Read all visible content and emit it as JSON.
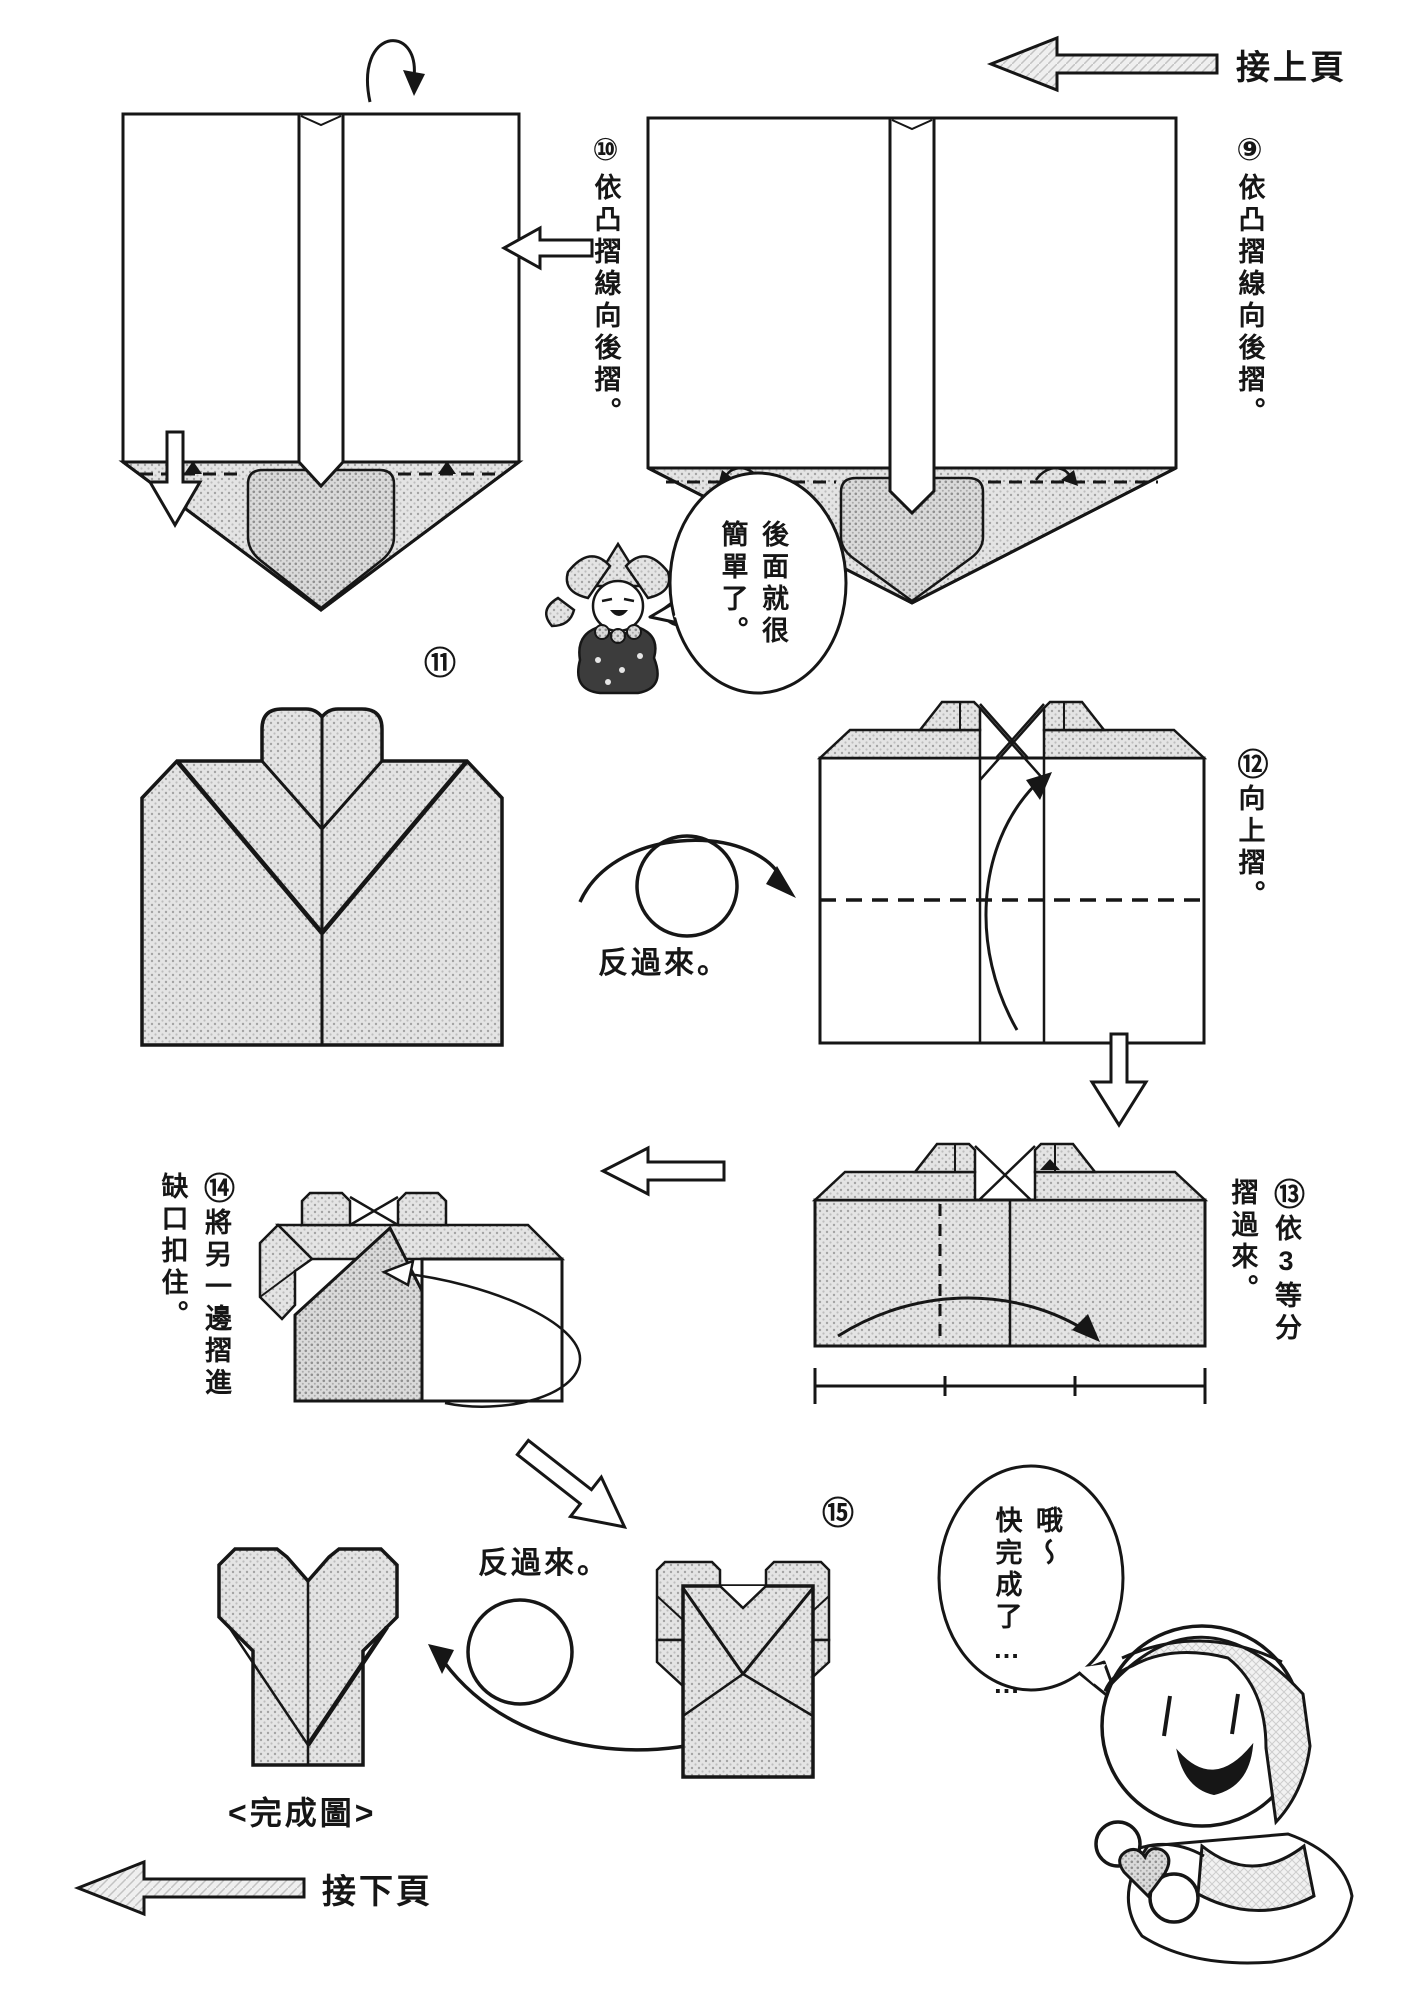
{
  "nav": {
    "prev_label": "接上頁",
    "next_label": "接下頁"
  },
  "steps": {
    "s9_num": "⑨",
    "s9_text": "依凸摺線向後摺。",
    "s10_num": "⑩",
    "s10_text": "依凸摺線向後摺。",
    "s11_num": "⑪",
    "s12_num": "⑫",
    "s12_text": "向上摺。",
    "s13_num": "⑬",
    "s13_text": "依3等分\n摺過來。",
    "s14_num": "⑭",
    "s14_text": "將另一邊摺進\n缺口扣住。",
    "s15_num": "⑮"
  },
  "flip": {
    "label1": "反過來。",
    "label2": "反過來。"
  },
  "speech": {
    "helper_bubble": "後面就很\n簡單了。",
    "girl_bubble": "哦～\n快完成了……"
  },
  "caption": {
    "finished": "<完成圖>"
  },
  "colors": {
    "ink": "#161616",
    "halftone_gray": "#e0e0e0",
    "paper": "#ffffff"
  }
}
